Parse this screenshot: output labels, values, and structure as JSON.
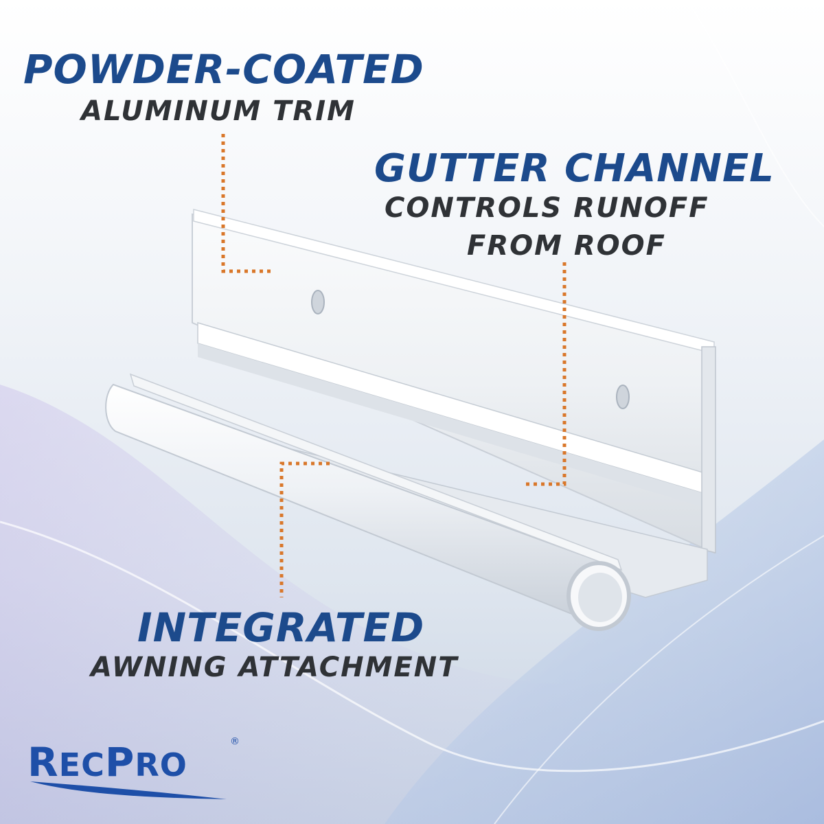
{
  "callouts": {
    "powder": {
      "title": "POWDER-COATED",
      "subtitle": "ALUMINUM TRIM"
    },
    "gutter": {
      "title": "GUTTER CHANNEL",
      "line1": "CONTROLS RUNOFF",
      "line2": "FROM ROOF"
    },
    "awning": {
      "title": "INTEGRATED",
      "subtitle": "AWNING ATTACHMENT"
    }
  },
  "logo": {
    "first_initial": "R",
    "first_rest": "EC",
    "second_initial": "P",
    "second_rest": "RO",
    "mark": "®"
  },
  "colors": {
    "title_blue": "#1c4a8c",
    "subtitle_gray": "#2f3236",
    "leader_orange": "#d9772a",
    "logo_blue": "#1e4fa8"
  },
  "icons": {
    "logo_swoosh": "swoosh-icon"
  }
}
